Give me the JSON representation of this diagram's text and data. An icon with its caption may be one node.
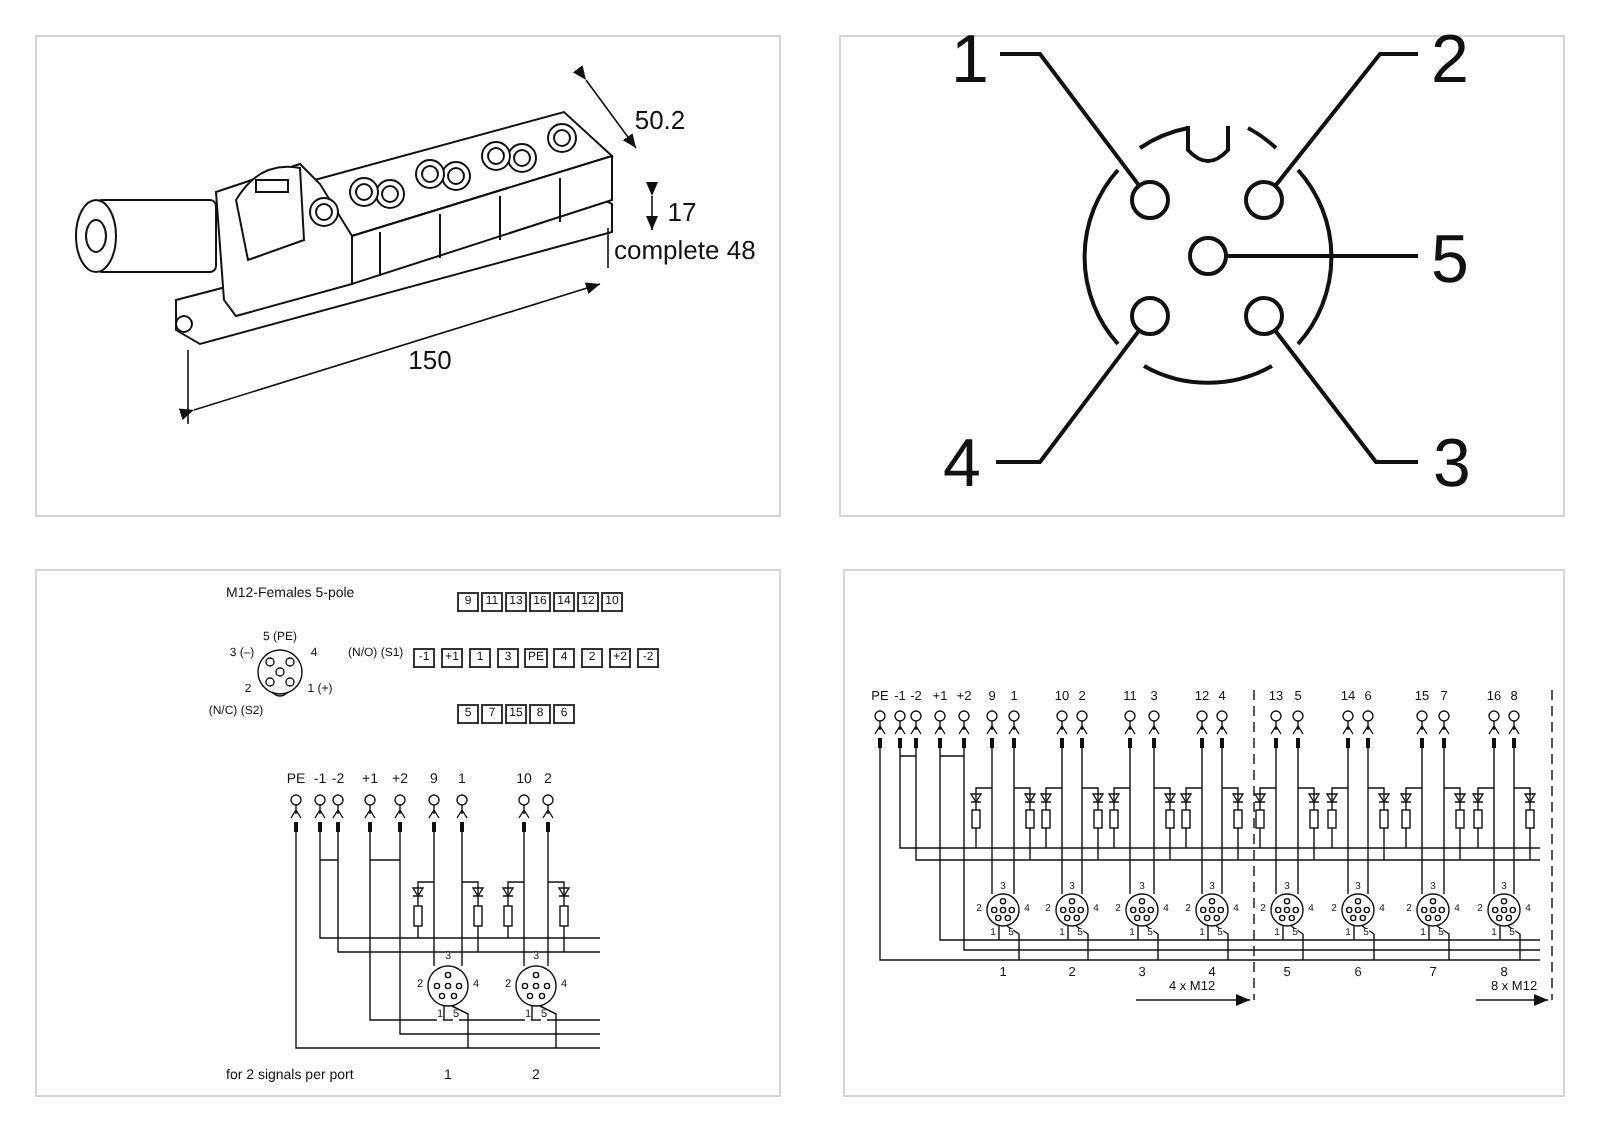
{
  "diagram": {
    "nodes": [
      {
        "text": [
          "1"
        ]
      },
      {
        "text": [
          "2"
        ]
      },
      {
        "text": [
          "5"
        ]
      },
      {
        "text": [
          "4"
        ]
      },
      {
        "text": [
          "3"
        ]
      },
      {
        "text": [],
        "shape": "circle"
      },
      {
        "text": [],
        "shape": "circle"
      },
      {
        "text": [],
        "shape": "circle"
      },
      {
        "text": [],
        "shape": "circle"
      },
      {
        "text": [],
        "shape": "circle"
      }
    ],
    "edges": [
      {
        "from": 0,
        "to": 5,
        "arrow": "none"
      },
      {
        "from": 1,
        "to": 6,
        "arrow": "none"
      },
      {
        "from": 2,
        "to": 7,
        "arrow": "none"
      },
      {
        "from": 3,
        "to": 8,
        "arrow": "none"
      },
      {
        "from": 4,
        "to": 9,
        "arrow": "none"
      }
    ],
    "labels": [
      "50.2",
      "17",
      "complete 48",
      "150",
      "M12-Females 5-pole",
      "9",
      "11",
      "13",
      "16",
      "14",
      "12",
      "10",
      "5 (PE)",
      "3 (–)",
      "4",
      "(N/O) (S1)",
      "2",
      "1 (+)",
      "(N/C) (S2)",
      "-1",
      "+1",
      "1",
      "3",
      "PE",
      "4",
      "2",
      "+2",
      "-2",
      "5",
      "7",
      "15",
      "8",
      "6",
      "PE",
      "-1",
      "-2",
      "+1",
      "+2",
      "9",
      "1",
      "10",
      "2",
      "3",
      "2",
      "4",
      "1",
      "5",
      "3",
      "2",
      "4",
      "1",
      "5",
      "for 2 signals per port",
      "1",
      "2",
      "PE",
      "-1",
      "-2",
      "+1",
      "+2",
      "9",
      "1",
      "10",
      "2",
      "11",
      "3",
      "12",
      "4",
      "13",
      "5",
      "14",
      "6",
      "15",
      "7",
      "16",
      "8",
      "3",
      "2",
      "4",
      "1",
      "5",
      "3",
      "2",
      "4",
      "1",
      "5",
      "3",
      "2",
      "4",
      "1",
      "5",
      "3",
      "2",
      "4",
      "1",
      "5",
      "3",
      "2",
      "4",
      "1",
      "5",
      "3",
      "2",
      "4",
      "1",
      "5",
      "3",
      "2",
      "4",
      "1",
      "5",
      "3",
      "2",
      "4",
      "1",
      "5",
      "1",
      "2",
      "3",
      "4",
      "5",
      "6",
      "7",
      "8",
      "4 x M12",
      "8 x M12"
    ]
  }
}
